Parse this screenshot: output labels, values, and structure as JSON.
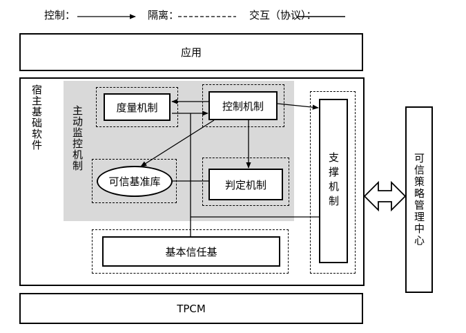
{
  "legend": {
    "control": "控制：",
    "isolation": "隔离：",
    "interaction": "交互（协议）："
  },
  "blocks": {
    "application": "应用",
    "host_software": "宿主基础软件",
    "active_monitor": "主动监控机制",
    "measurement": "度量机制",
    "control_mechanism": "控制机制",
    "trusted_baseline_db": "可信基准库",
    "decision": "判定机制",
    "support": "支撑机制",
    "basic_trust_base": "基本信任基",
    "tpcm": "TPCM",
    "policy_center": "可信策略管理中心"
  }
}
